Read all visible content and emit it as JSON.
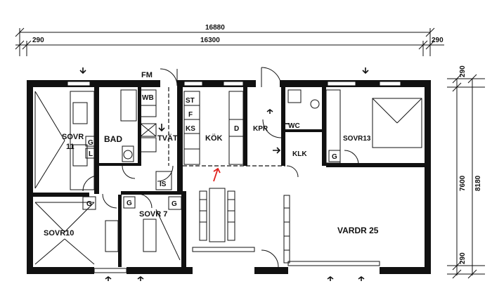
{
  "dimensions": {
    "overall_width": "16880",
    "inner_width": "16300",
    "left_margin": "290",
    "right_margin": "290",
    "side_top": "290",
    "side_middle": "7600",
    "side_bottom": "290",
    "side_total": "8180"
  },
  "rooms": {
    "sovr11_a": "SOVR",
    "sovr11_b": "11",
    "bad": "BAD",
    "tvatt": "TVÄTT",
    "kok": "KÖK",
    "kpr": "KPR",
    "wc": "WC",
    "klk": "KLK",
    "sovr13": "SOVR13",
    "sovr10": "SOVR10",
    "sovr7": "SOVR 7",
    "vardr": "VARDR  25",
    "fm": "FM",
    "is": "IS"
  },
  "cabinets": {
    "wb": "WB",
    "st": "ST",
    "f": "F",
    "ks": "KS",
    "d": "D",
    "g": "G",
    "l": "L"
  },
  "colors": {
    "ink": "#111111",
    "marker": "#e0201c"
  }
}
